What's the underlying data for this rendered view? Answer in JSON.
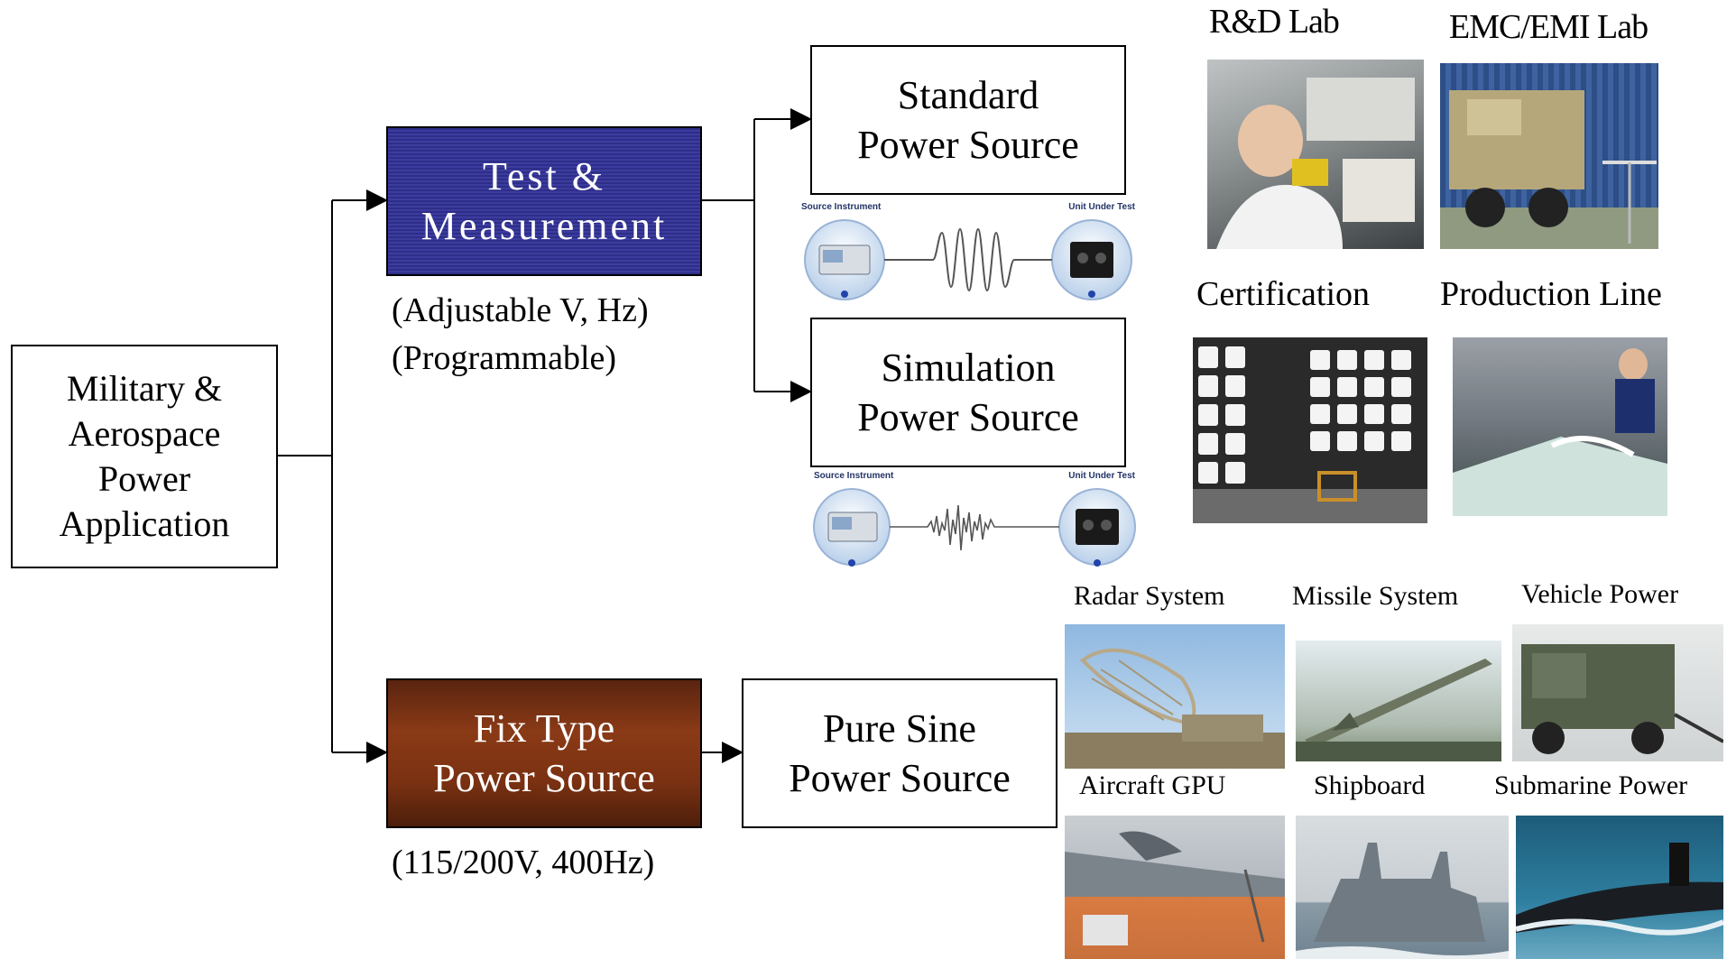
{
  "root": {
    "lines": [
      "Military &",
      "Aerospace",
      "Power",
      "Application"
    ]
  },
  "test_measurement": {
    "lines": [
      "Test &",
      "Measurement"
    ],
    "notes": [
      "(Adjustable  V, Hz)",
      "(Programmable)"
    ],
    "color": "#333394"
  },
  "fix_type": {
    "lines": [
      "Fix Type",
      "Power Source"
    ],
    "note": "(115/200V, 400Hz)",
    "color": "#7a3112"
  },
  "standard_source": {
    "lines": [
      "Standard",
      "Power Source"
    ]
  },
  "simulation_source": {
    "lines": [
      "Simulation",
      "Power Source"
    ]
  },
  "pure_sine": {
    "lines": [
      "Pure Sine",
      "Power Source"
    ]
  },
  "waveform_panels": {
    "source_label": "Source Instrument",
    "unit_label": "Unit Under Test",
    "accent": "#2244aa"
  },
  "lab_photos": [
    {
      "label": "R&D Lab"
    },
    {
      "label": "EMC/EMI Lab"
    },
    {
      "label": "Certification"
    },
    {
      "label": "Production Line"
    }
  ],
  "application_photos": [
    {
      "label": "Radar System"
    },
    {
      "label": "Missile System"
    },
    {
      "label": "Vehicle Power"
    },
    {
      "label": "Aircraft GPU"
    },
    {
      "label": "Shipboard"
    },
    {
      "label": "Submarine Power"
    }
  ]
}
